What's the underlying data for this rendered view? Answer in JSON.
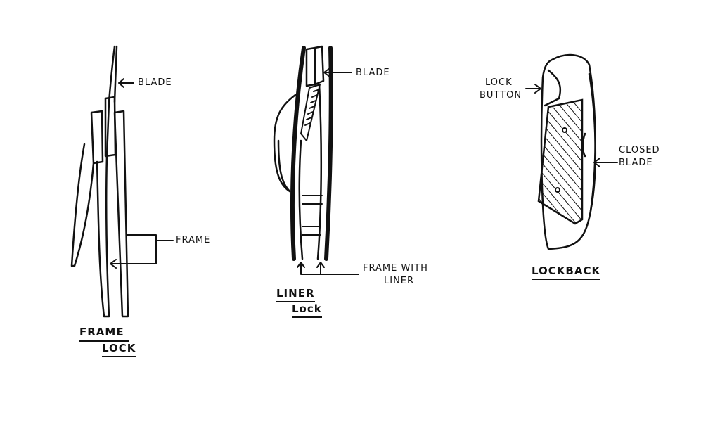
{
  "colors": {
    "ink": "#111111",
    "paper": "#ffffff"
  },
  "frame_lock": {
    "blade_label": "BLADE",
    "frame_label": "FRAME",
    "caption_line1": "FRAME",
    "caption_line2": "LOCK"
  },
  "liner_lock": {
    "blade_label": "BLADE",
    "frame_label_line1": "FRAME WITH",
    "frame_label_line2": "LINER",
    "caption_line1": "LINER",
    "caption_line2": "Lock"
  },
  "lockback": {
    "lock_button_line1": "LOCK",
    "lock_button_line2": "BUTTON",
    "closed_blade_line1": "CLOSED",
    "closed_blade_line2": "BLADE",
    "caption": "LOCKBACK"
  }
}
